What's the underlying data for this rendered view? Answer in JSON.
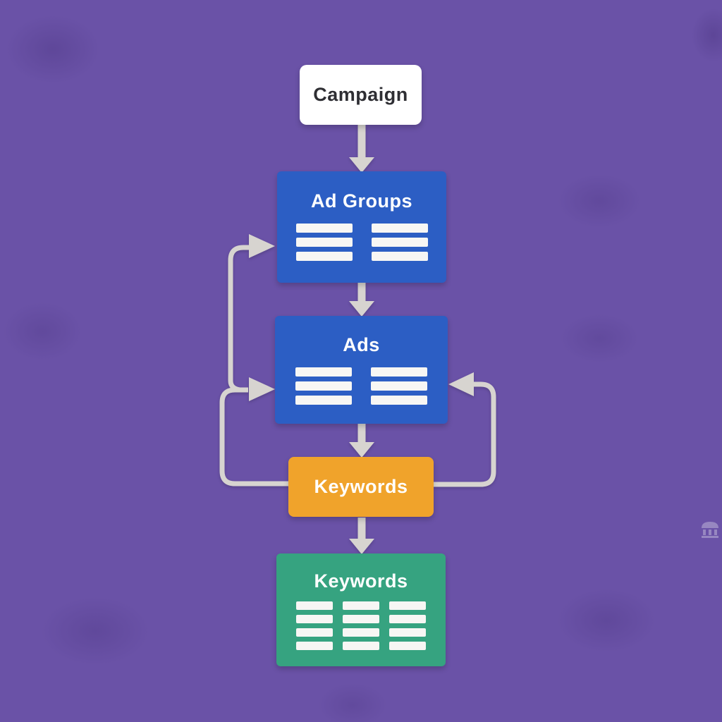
{
  "colors": {
    "background": "#6a52a7",
    "box_blue": "#2c5ec4",
    "box_orange": "#f0a32b",
    "box_teal": "#36a380",
    "box_white": "#ffffff",
    "connector": "#d7d4d0",
    "bar": "#f7f6f4",
    "text_dark": "#2e2e33",
    "text_light": "#ffffff"
  },
  "diagram": {
    "nodes": [
      {
        "id": "campaign",
        "label": "Campaign",
        "style": "white",
        "list_icon": null
      },
      {
        "id": "ad-groups",
        "label": "Ad Groups",
        "style": "blue",
        "list_icon": {
          "columns": 2,
          "rows": 3
        }
      },
      {
        "id": "ads",
        "label": "Ads",
        "style": "blue",
        "list_icon": {
          "columns": 2,
          "rows": 3
        }
      },
      {
        "id": "keywords",
        "label": "Keywords",
        "style": "orange",
        "list_icon": null
      },
      {
        "id": "keywords-list",
        "label": "Keywords",
        "style": "teal",
        "list_icon": {
          "columns": 3,
          "rows": 4
        }
      }
    ],
    "edges": [
      {
        "from": "campaign",
        "to": "ad-groups",
        "kind": "down-arrow"
      },
      {
        "from": "ad-groups",
        "to": "ads",
        "kind": "down-arrow"
      },
      {
        "from": "ads",
        "to": "keywords",
        "kind": "down-arrow"
      },
      {
        "from": "keywords",
        "to": "keywords-list",
        "kind": "down-arrow"
      },
      {
        "from": "keywords",
        "to": "ads",
        "kind": "loop-left"
      },
      {
        "from": "keywords",
        "to": "ad-groups",
        "kind": "loop-left"
      },
      {
        "from": "keywords",
        "to": "ads",
        "kind": "loop-right"
      }
    ]
  }
}
